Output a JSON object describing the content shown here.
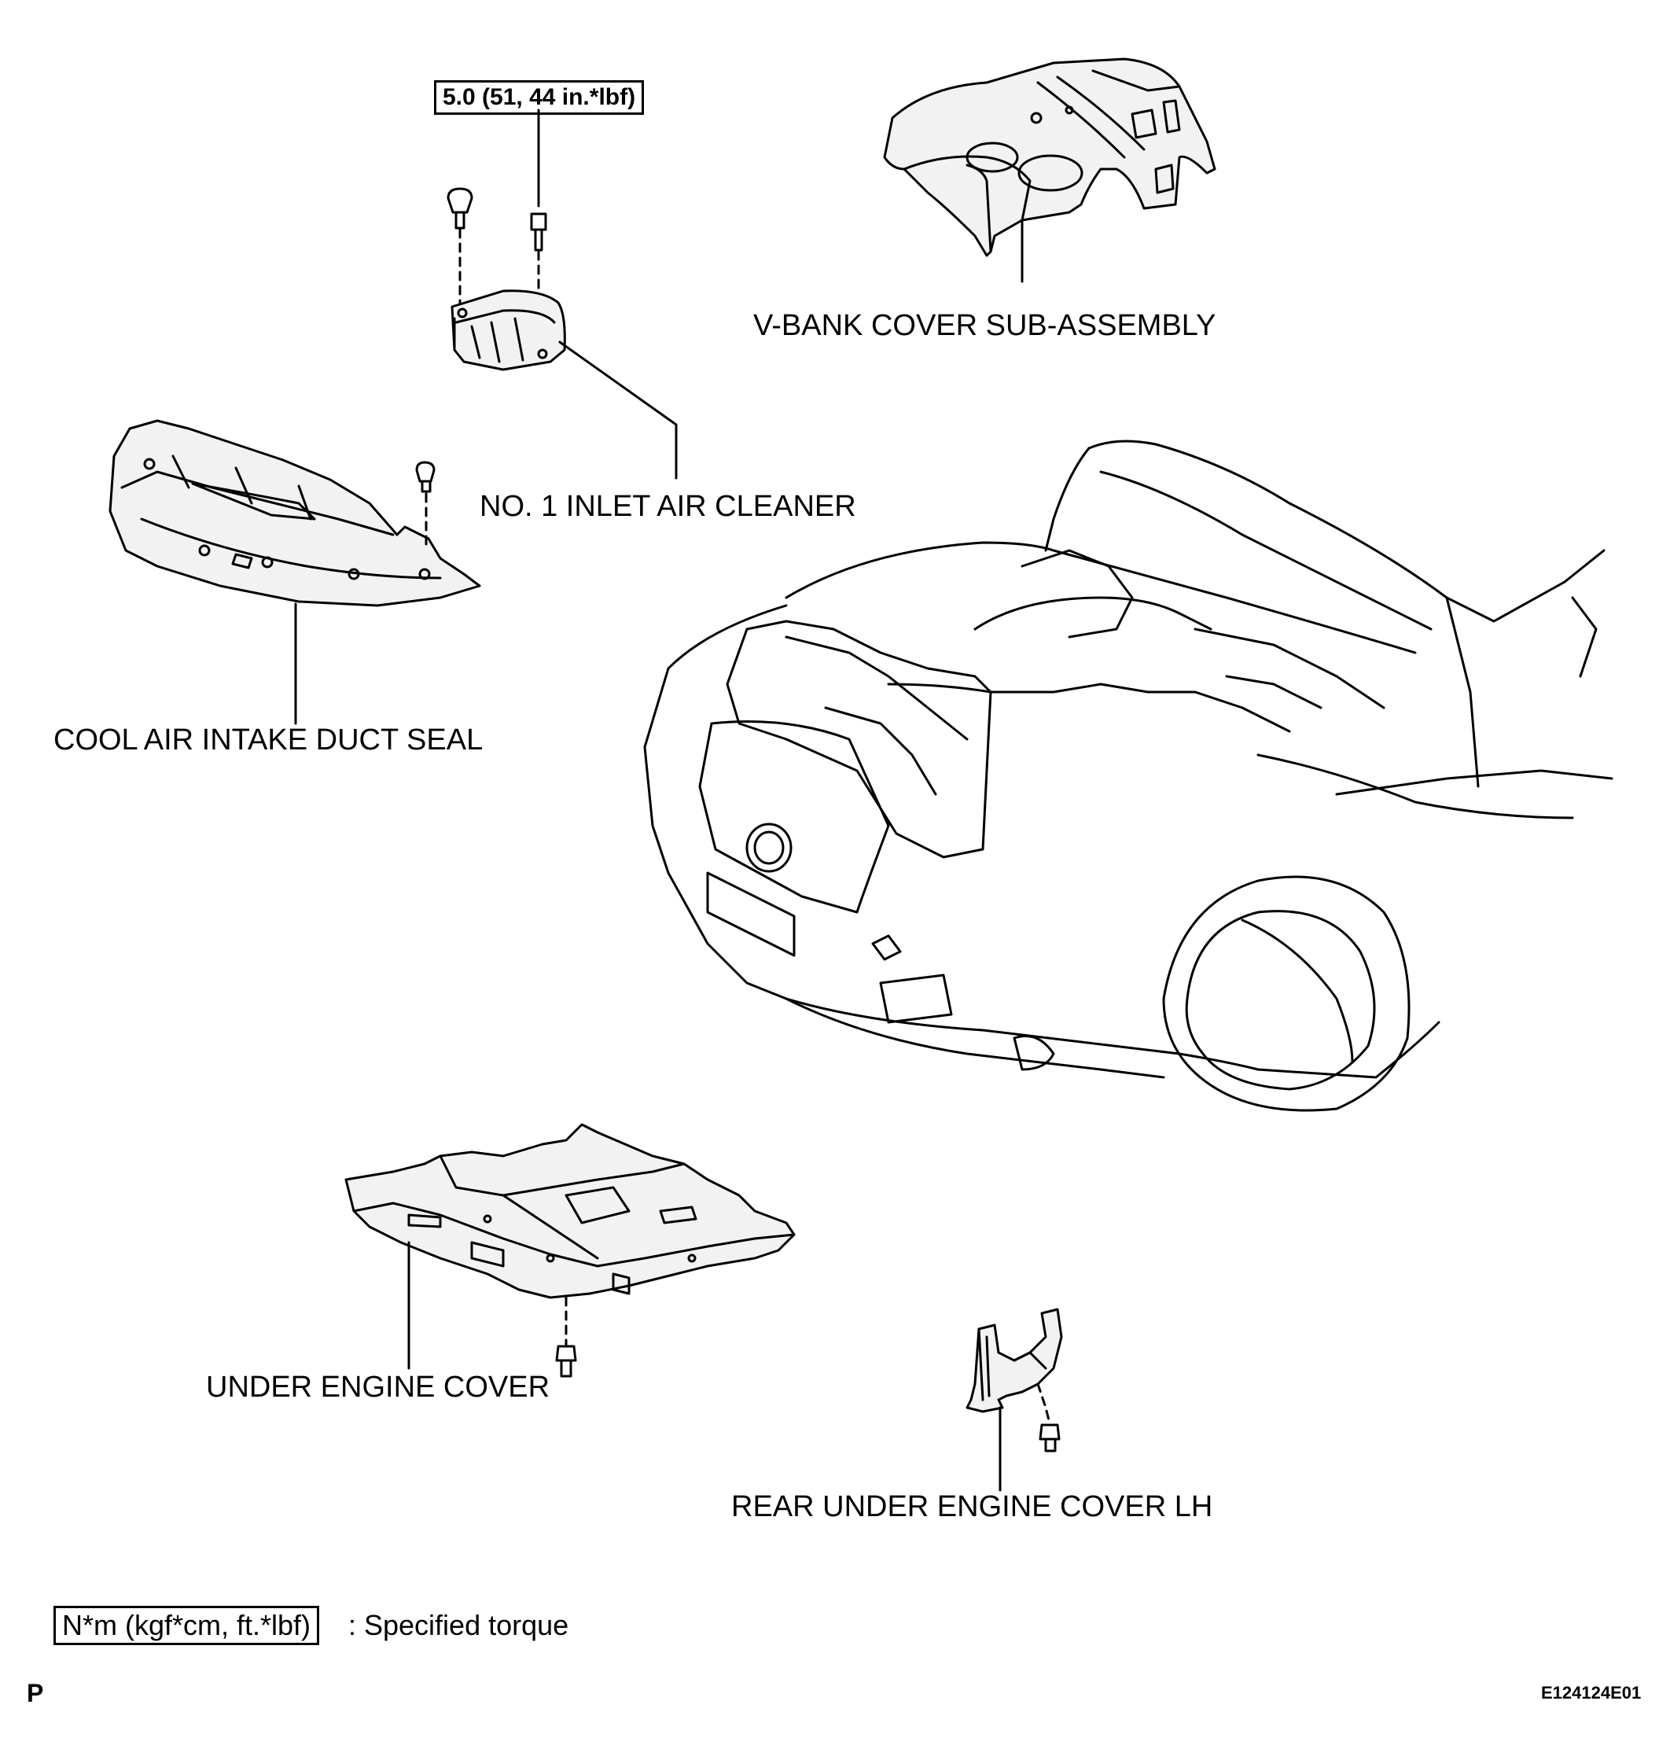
{
  "diagram": {
    "torque_callout": "5.0 (51, 44 in.*lbf)",
    "labels": {
      "vbank_cover": "V-BANK COVER SUB-ASSEMBLY",
      "inlet_air_cleaner": "NO. 1 INLET AIR CLEANER",
      "cool_air_duct_seal": "COOL AIR INTAKE DUCT SEAL",
      "under_engine_cover": "UNDER ENGINE COVER",
      "rear_under_engine_cover": "REAR UNDER ENGINE COVER LH"
    },
    "legend": {
      "unit_box": "N*m (kgf*cm, ft.*lbf)",
      "description": ": Specified torque"
    },
    "corner_letter": "P",
    "figure_code": "E124124E01"
  },
  "colors": {
    "ink": "#000000",
    "paper": "#ffffff",
    "part_fill": "#f2f2f2"
  }
}
